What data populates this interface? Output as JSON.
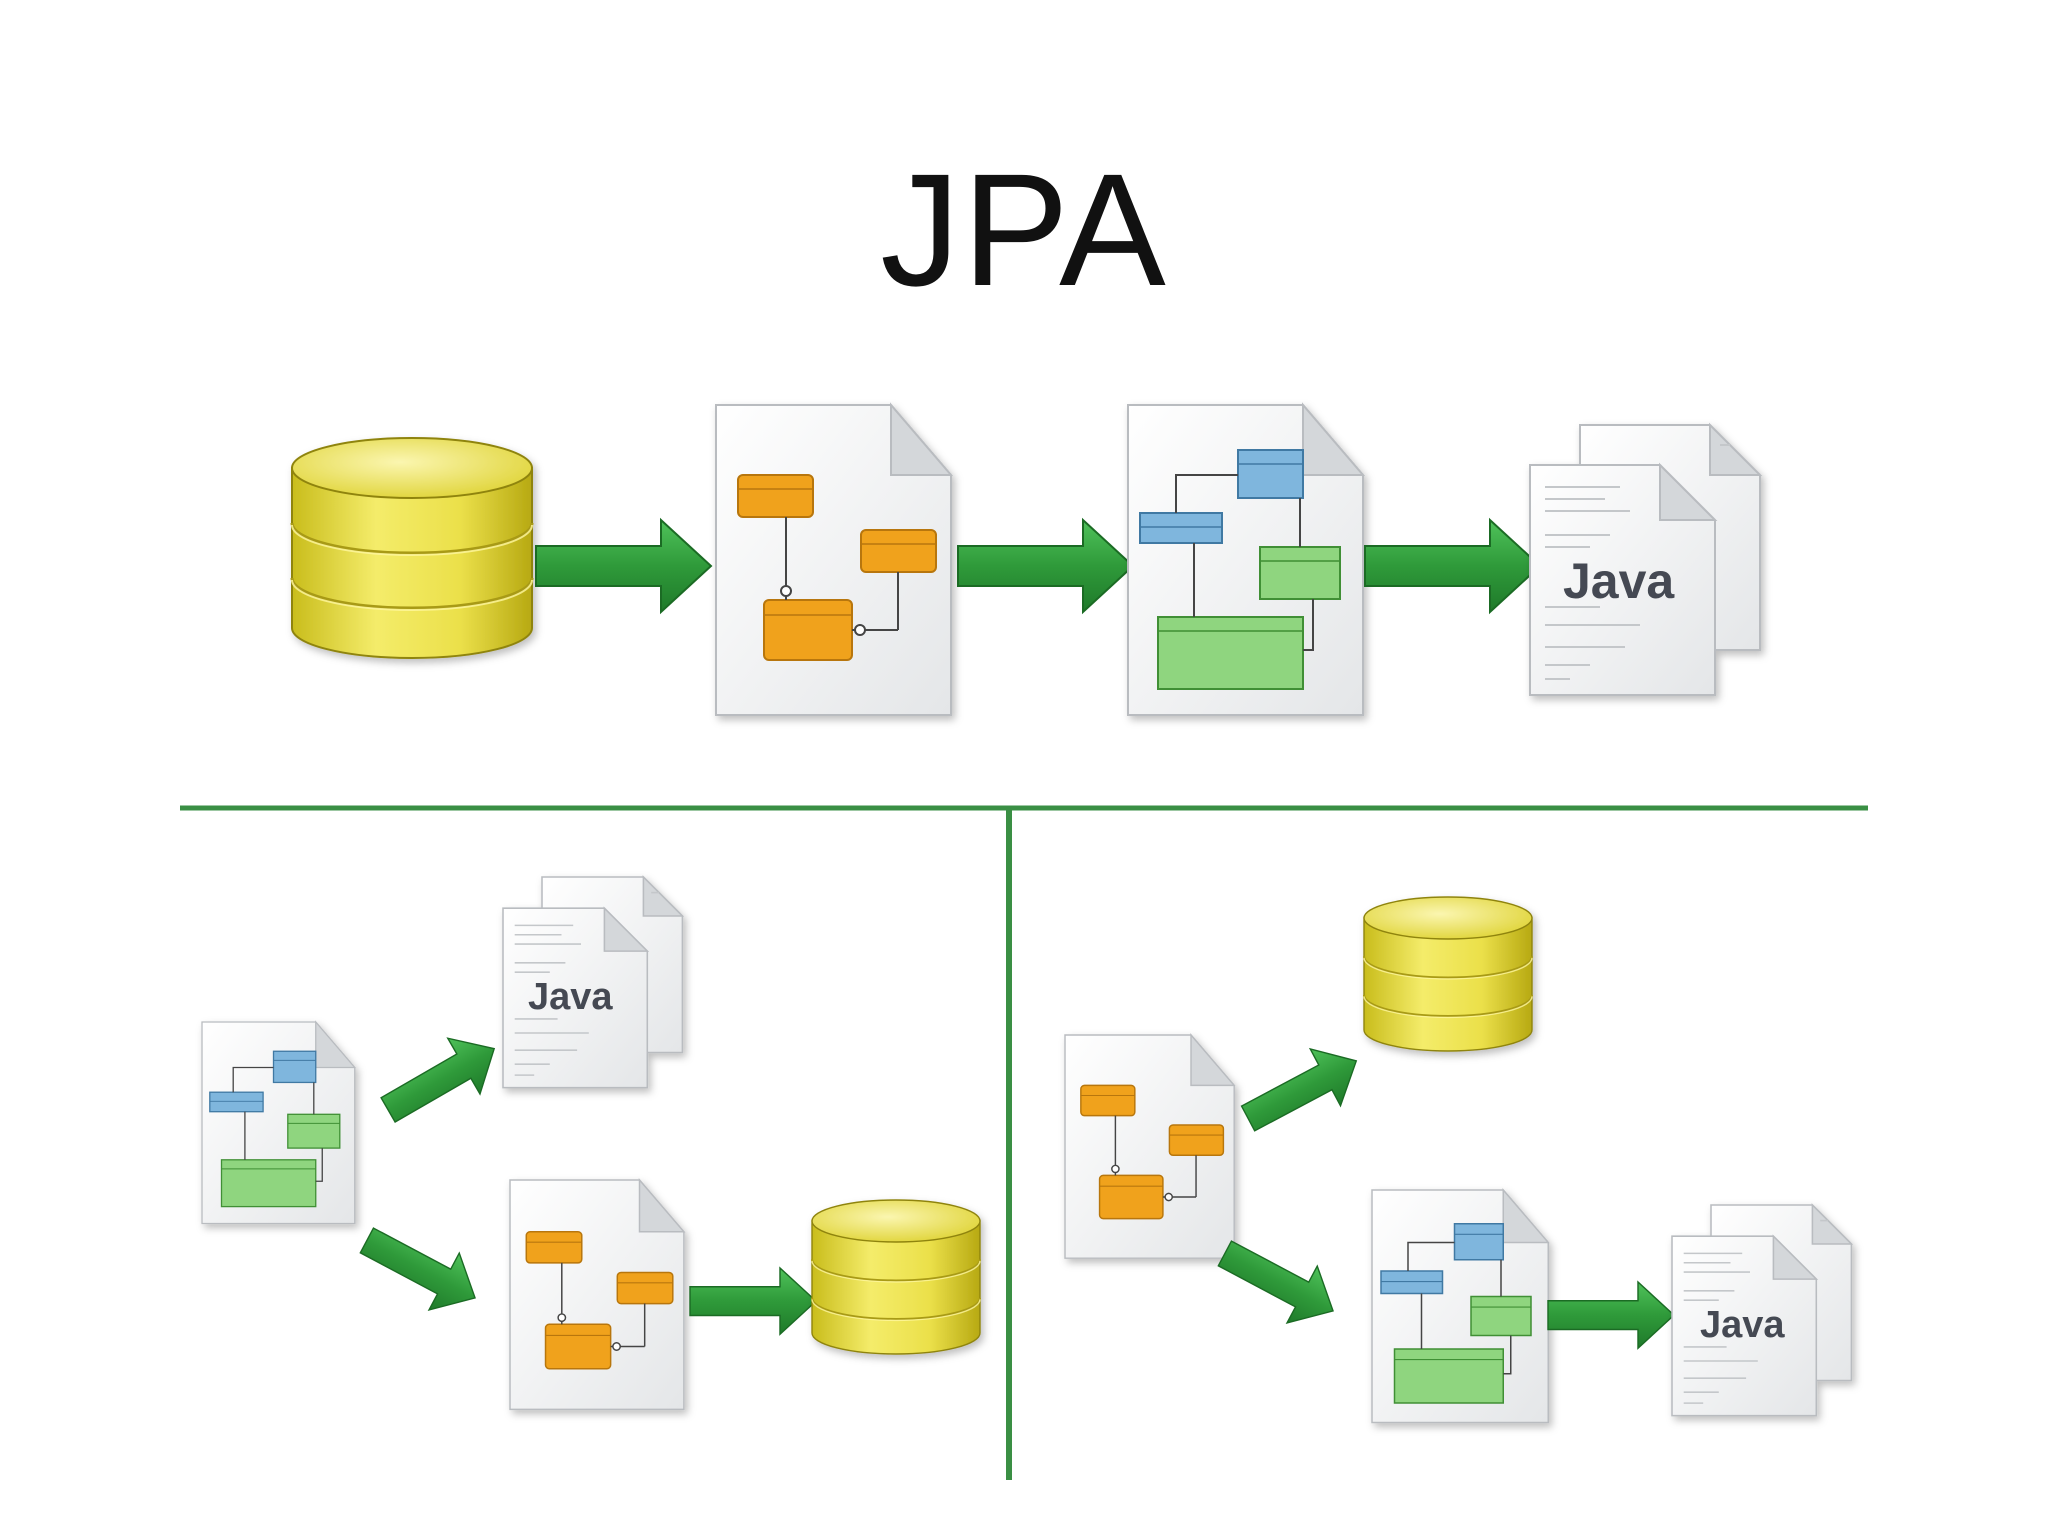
{
  "title": "JPA",
  "java_label": "Java",
  "colors": {
    "accent_green": "#2f9a3a",
    "divider_green": "#3a8f44",
    "db_yellow": "#e8dc3c",
    "entity_orange": "#f0a21a",
    "class_blue": "#7fb6dd",
    "class_green": "#8fd57f"
  },
  "icons": {
    "database": "database-icon",
    "er_diagram": "er-diagram-document-icon",
    "class_diagram": "class-diagram-document-icon",
    "java_source": "java-source-files-icon",
    "flow_arrow": "flow-arrow"
  }
}
